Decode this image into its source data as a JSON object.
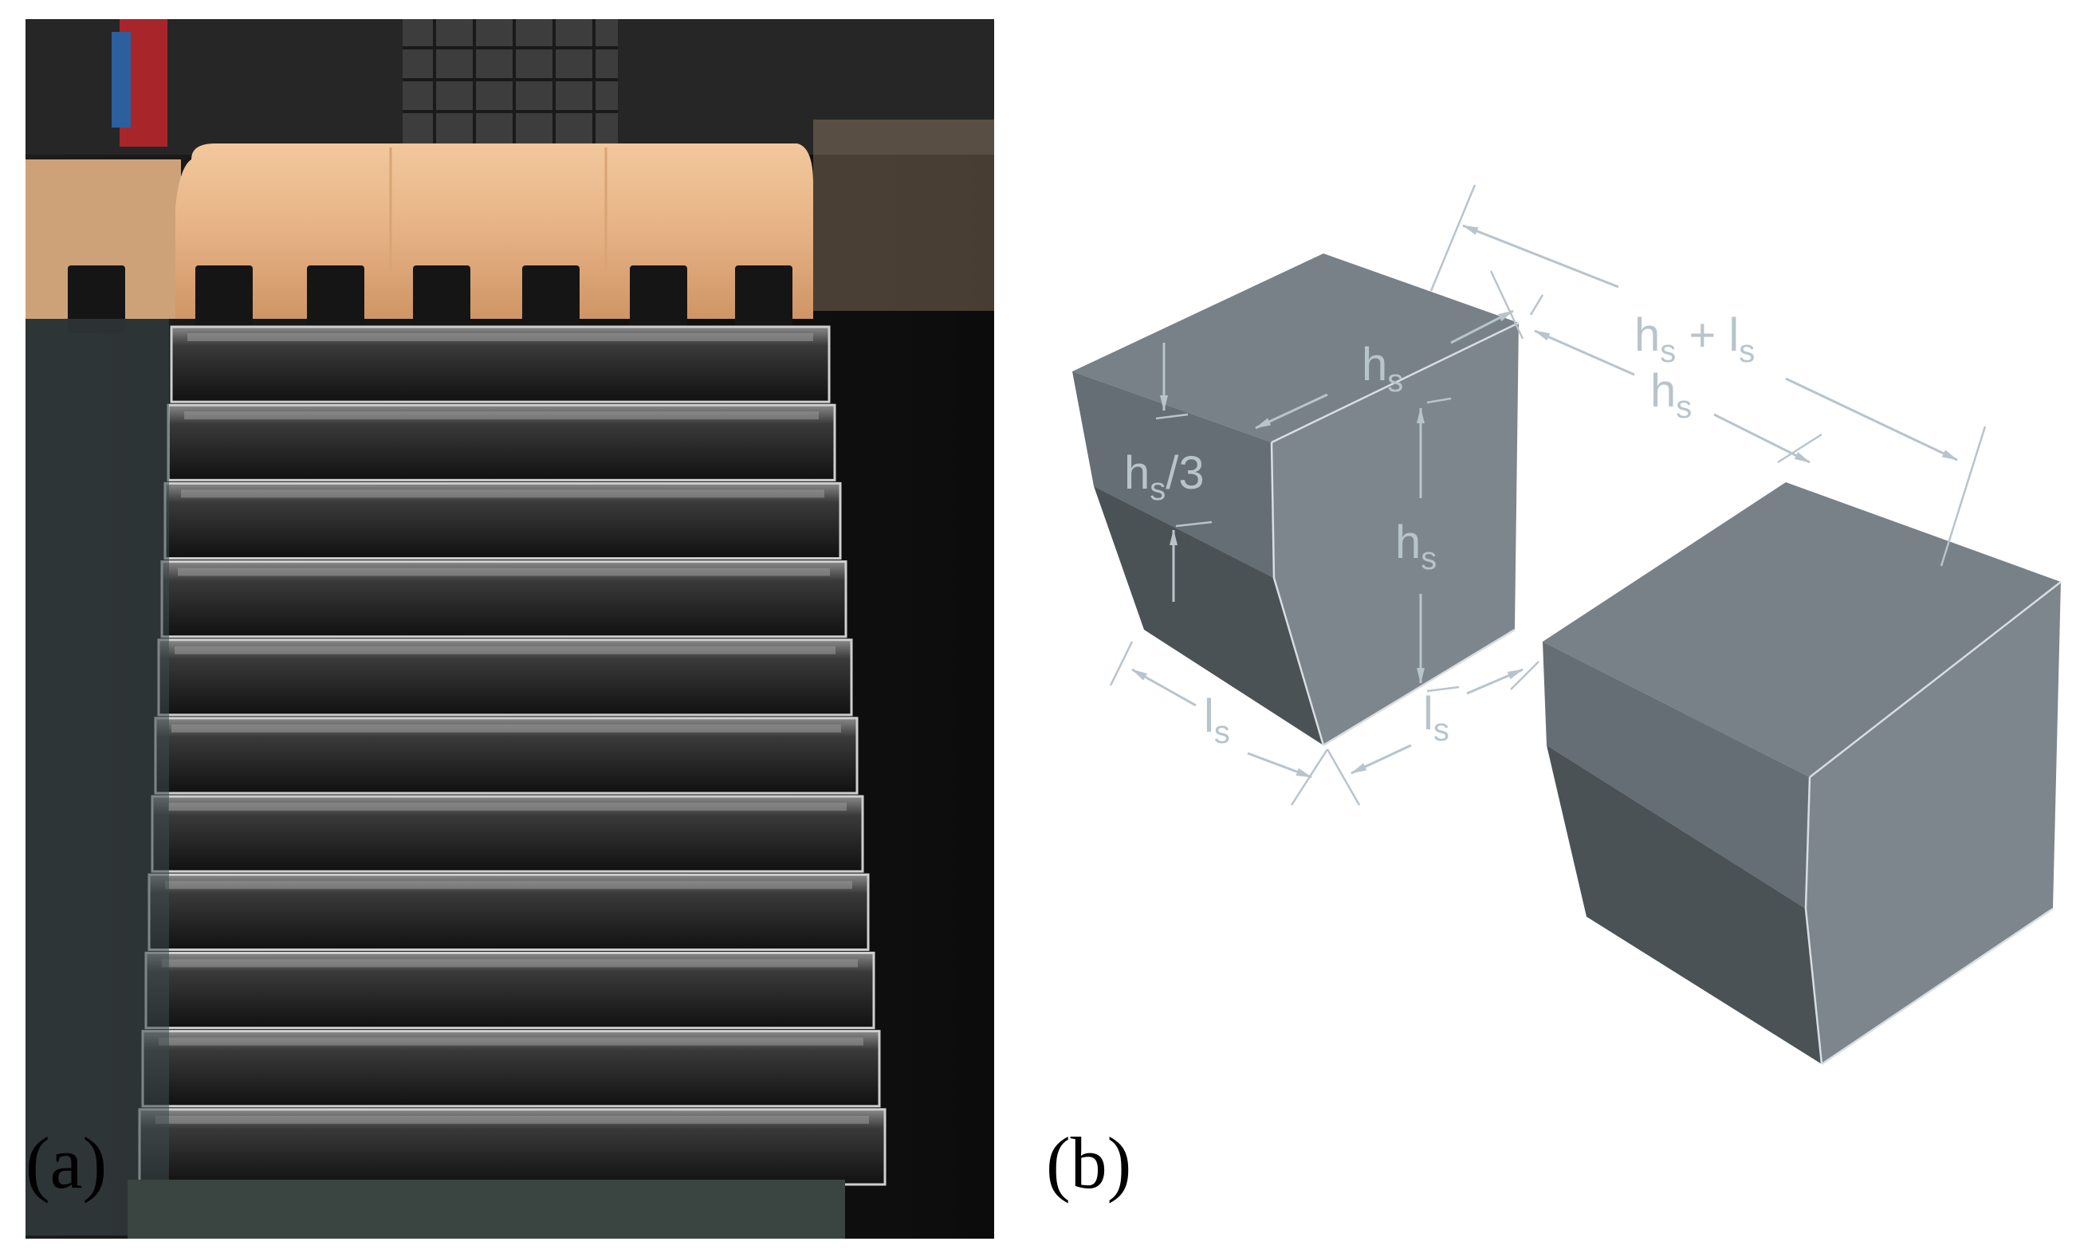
{
  "panels": {
    "a": {
      "label": "(a)"
    },
    "b": {
      "label": "(b)"
    }
  },
  "dimensions": {
    "top_total": {
      "base": "h",
      "sub": "s",
      "rest": " + l",
      "sub2": "s"
    },
    "top_gap": {
      "base": "h",
      "sub": "s"
    },
    "left_top": {
      "base": "h",
      "sub": "s"
    },
    "left_third": {
      "base": "h",
      "sub": "s",
      "rest": "/3"
    },
    "left_height": {
      "base": "h",
      "sub": "s"
    },
    "left_depth": {
      "base": "l",
      "sub": "s"
    },
    "left_width": {
      "base": "l",
      "sub": "s"
    }
  },
  "colors": {
    "block_top": "#768087",
    "block_front_upper": "#646d73",
    "block_front_lower": "#4a5155",
    "block_side": "#7b858b",
    "dimension": "#b8c4cc",
    "photo_bg": "#141414",
    "step": "#1a1a1a",
    "step_highlight": "#7e7e7e",
    "crest": "#e8b88a"
  }
}
